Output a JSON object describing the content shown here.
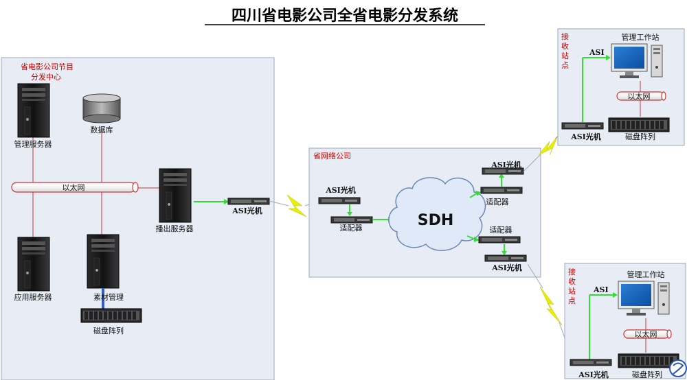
{
  "title": "四川省电影公司全省电影分发系统",
  "center": {
    "heading": "省电影公司节目分发中心",
    "heading_line1": "省电影公司节目",
    "heading_line2": "分发中心",
    "mgmt_server": "管理服务器",
    "database": "数据库",
    "ethernet": "以太网",
    "play_server": "播出服务器",
    "app_server": "应用服务器",
    "material_mgmt": "素材管理",
    "disk_array": "磁盘阵列",
    "asi_optical": "ASI光机"
  },
  "network": {
    "heading": "省网络公司",
    "asi_optical_in": "ASI光机",
    "adapter_in": "适配器",
    "sdh": "SDH",
    "asi_optical_top": "ASI光机",
    "adapter_top": "适配器",
    "adapter_bottom": "适配器",
    "asi_optical_bottom": "ASI光机"
  },
  "station_top": {
    "label_chars": [
      "接",
      "收",
      "站",
      "点"
    ],
    "asi": "ASI",
    "workstation": "管理工作站",
    "ethernet": "以太网",
    "asi_optical": "ASI光机",
    "disk_array": "磁盘阵列"
  },
  "station_bottom": {
    "label_chars": [
      "接",
      "收",
      "站",
      "点"
    ],
    "asi": "ASI",
    "workstation": "管理工作站",
    "ethernet": "以太网",
    "asi_optical": "ASI光机",
    "disk_array": "磁盘阵列"
  },
  "colors": {
    "panel_fill": "#e8edf5",
    "panel_stroke": "#9aa7b8",
    "green_link": "#33dd33",
    "red_line": "#cc3333",
    "red_text": "#c00000",
    "lightning": "#e8f000",
    "cloud_fill": "#dfe9f7",
    "cloud_stroke": "#6b87b8"
  }
}
